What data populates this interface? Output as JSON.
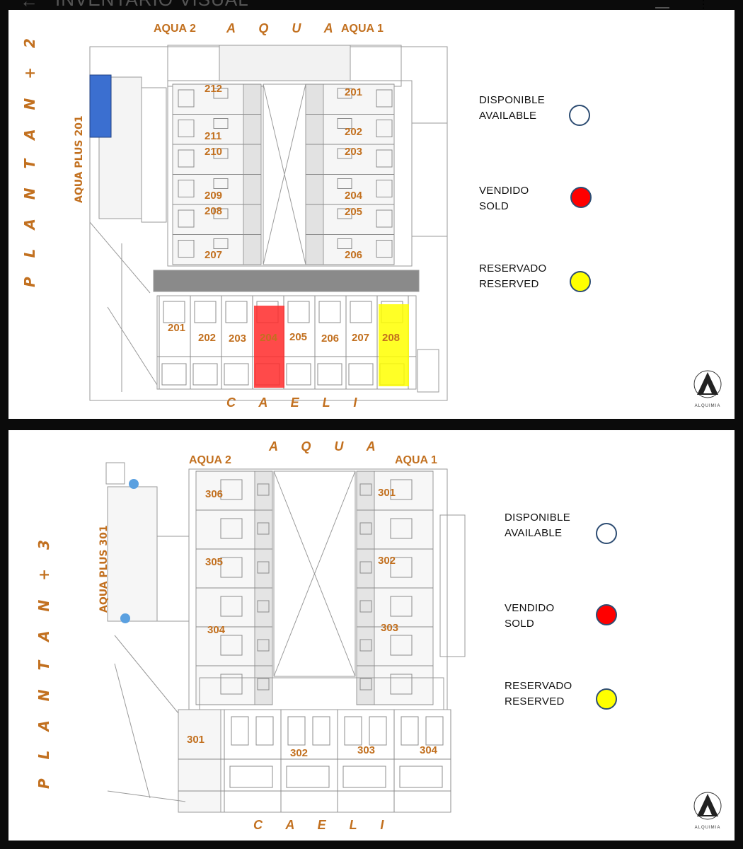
{
  "app": {
    "title": "INVENTARIO VISUAL",
    "back_icon": "back-arrow-icon"
  },
  "colors": {
    "accent": "#c2701f",
    "available": "#ffffff",
    "sold": "#ff0000",
    "reserved": "#ffff00",
    "aqua_plus": "#3b6fd0"
  },
  "floor2": {
    "floor_label": "P L A N T A   N + 2",
    "top_label": "A Q U A",
    "bottom_label": "C A E L I",
    "wing_left": "AQUA 2",
    "wing_right": "AQUA 1",
    "aqua_plus": "AQUA PLUS 201",
    "aqua_left_units": [
      "212",
      "211",
      "210",
      "209",
      "208",
      "207"
    ],
    "aqua_right_units": [
      "201",
      "202",
      "203",
      "204",
      "205",
      "206"
    ],
    "caeli_units": [
      "201",
      "202",
      "203",
      "204",
      "205",
      "206",
      "207",
      "208"
    ],
    "sold_units": [
      "204"
    ],
    "reserved_units": [
      "208"
    ],
    "legend": {
      "available": {
        "es": "DISPONIBLE",
        "en": "AVAILABLE"
      },
      "sold": {
        "es": "VENDIDO",
        "en": "SOLD"
      },
      "reserved": {
        "es": "RESERVADO",
        "en": "RESERVED"
      }
    },
    "logo": "ALQUIMIA"
  },
  "floor3": {
    "floor_label": "P L A N T A   N + 3",
    "top_label": "A Q U A",
    "bottom_label": "C A E L I",
    "wing_left": "AQUA 2",
    "wing_right": "AQUA 1",
    "aqua_plus": "AQUA PLUS 301",
    "aqua_left_units": [
      "306",
      "305",
      "304"
    ],
    "aqua_right_units": [
      "301",
      "302",
      "303"
    ],
    "caeli_units": [
      "301",
      "302",
      "303",
      "304"
    ],
    "legend": {
      "available": {
        "es": "DISPONIBLE",
        "en": "AVAILABLE"
      },
      "sold": {
        "es": "VENDIDO",
        "en": "SOLD"
      },
      "reserved": {
        "es": "RESERVADO",
        "en": "RESERVED"
      }
    },
    "logo": "ALQUIMIA"
  }
}
